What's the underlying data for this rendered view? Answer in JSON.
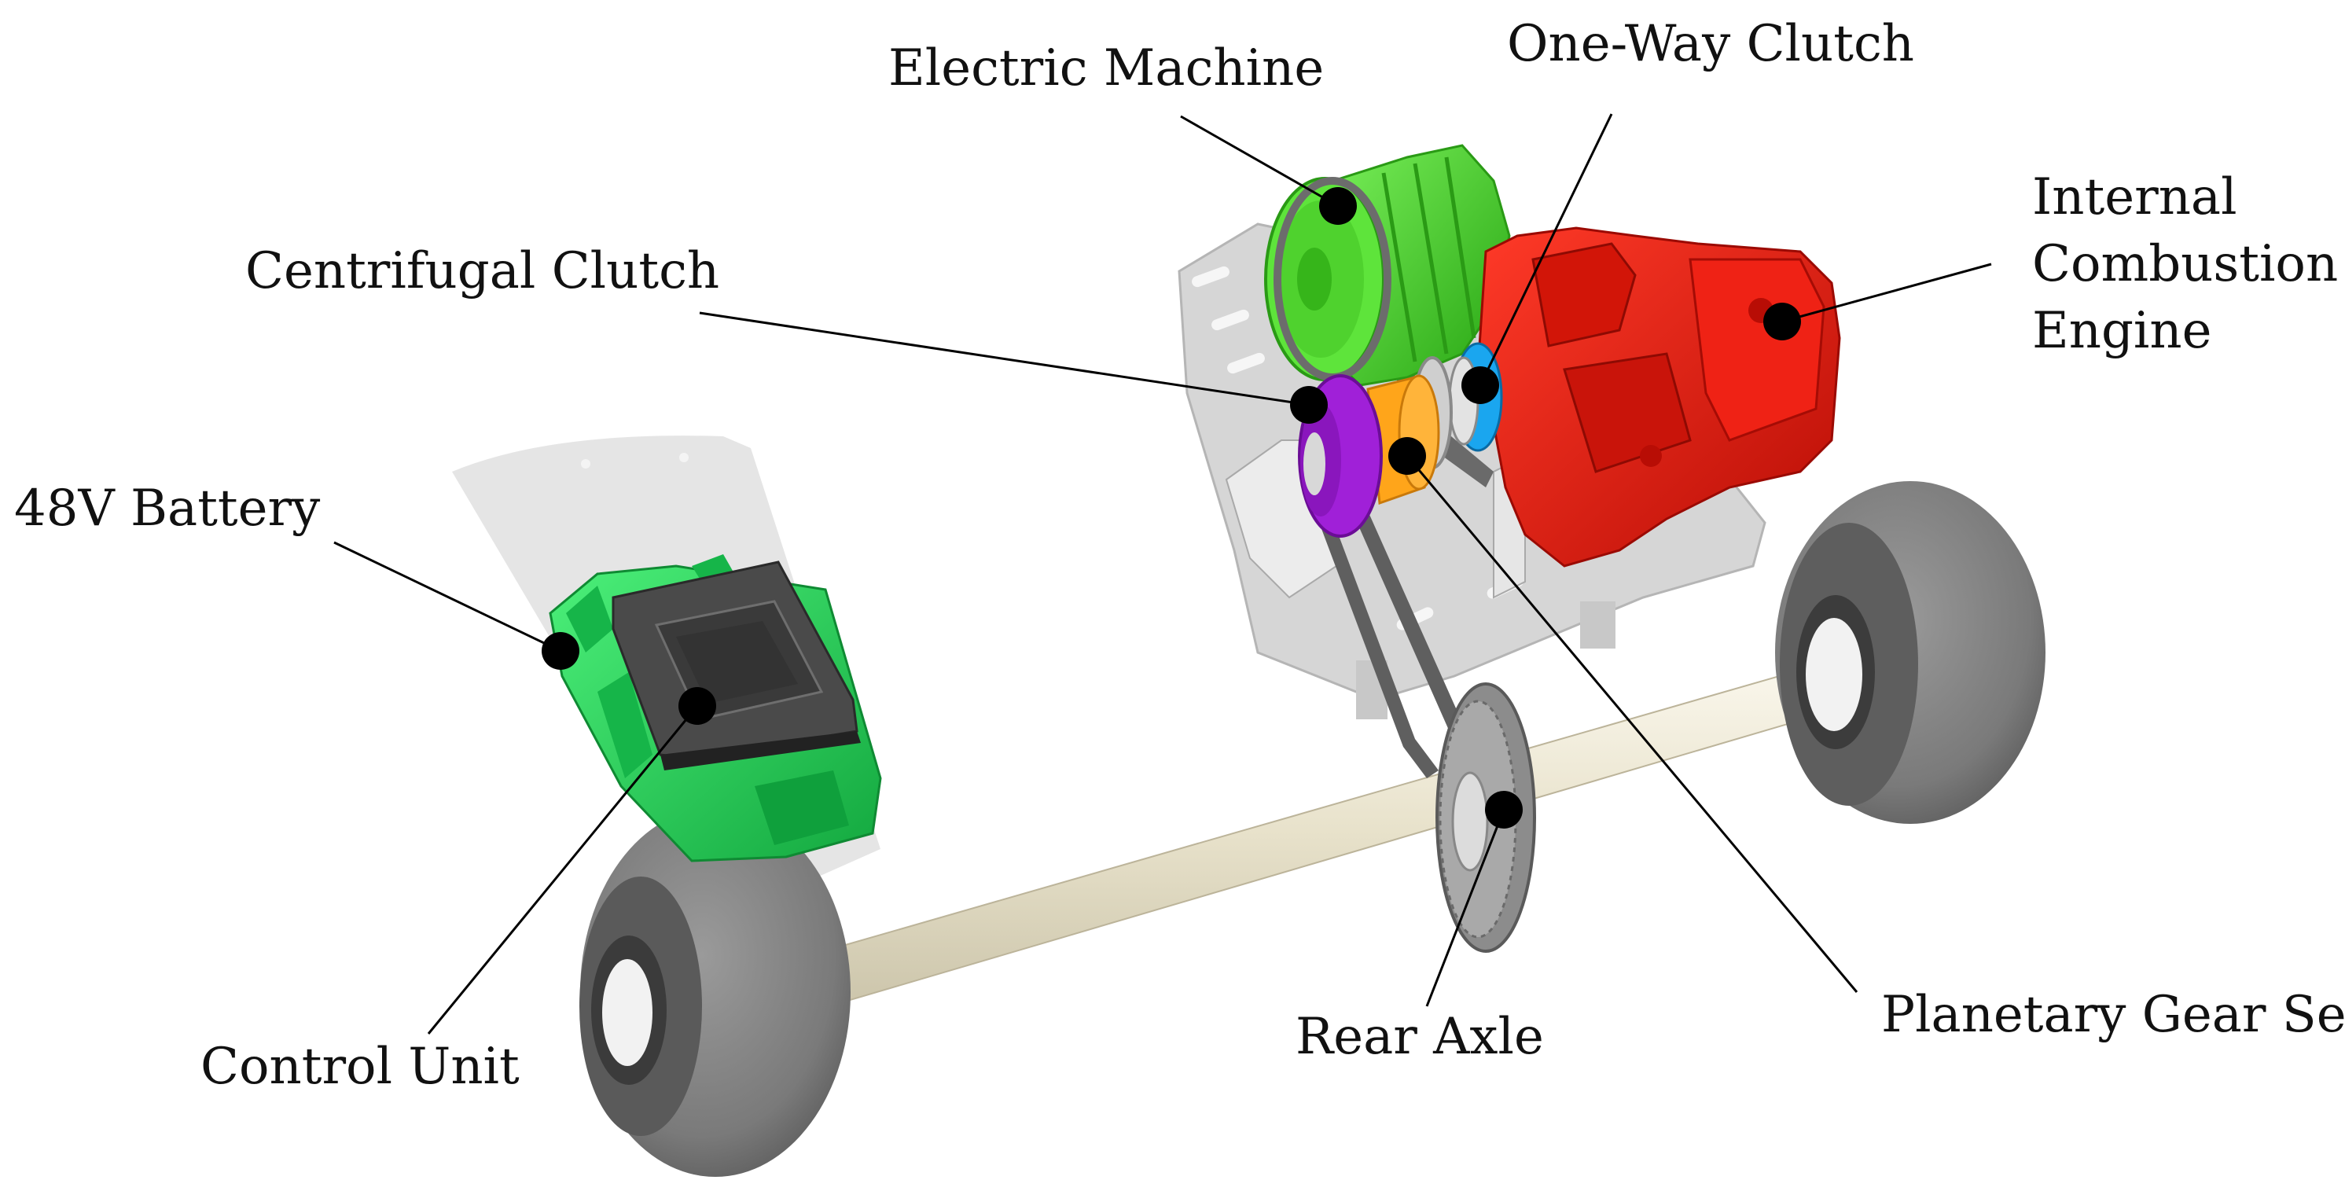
{
  "labels": {
    "electric_machine": "Electric Machine",
    "one_way_clutch": "One-Way Clutch",
    "internal_combustion_engine": [
      "Internal",
      "Combustion",
      "Engine"
    ],
    "centrifugal_clutch": "Centrifugal Clutch",
    "battery_48v": "48V Battery",
    "control_unit": "Control Unit",
    "rear_axle": "Rear Axle",
    "planetary_gear_set": "Planetary Gear Set"
  },
  "colors": {
    "electric_machine": "#3fdc1f",
    "engine": "#e8190c",
    "battery": "#22d55a",
    "control_unit": "#3a3a3a",
    "centrifugal_clutch": "#a020d8",
    "planetary_gear": "#ffa51a",
    "one_way_clutch": "#1aa6ef",
    "axle": "#ece7d4",
    "tire": "#7d7d7d",
    "plate": "#d9d9d9"
  }
}
